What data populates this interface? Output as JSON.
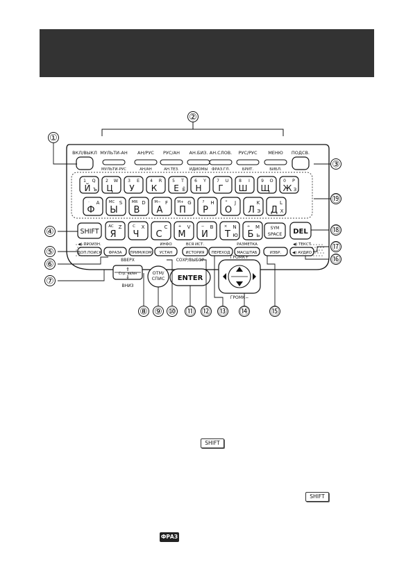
{
  "colors": {
    "header": "#333333",
    "ink": "#111111"
  },
  "top_buttons": [
    {
      "top": "ВКЛ/ВЫКЛ",
      "bottom": ""
    },
    {
      "top": "МУЛЬТИ-АН",
      "bottom": "МУЛЬТИ-РУС"
    },
    {
      "top": "АН/РУС",
      "bottom": "АН/АН"
    },
    {
      "top": "РУС/АН",
      "bottom": "АН.ТЕЗ."
    },
    {
      "top": "АН.БИЗ.",
      "bottom": "ИДИОМЫ"
    },
    {
      "top": "АН.СЛОВ.",
      "bottom": "ФРАЗ.ГЛ."
    },
    {
      "top": "РУС/РУС",
      "bottom": "БРИТ."
    },
    {
      "top": "МЕНЮ",
      "bottom": "БИБЛ."
    },
    {
      "top": "ПОДСВ.",
      "bottom": ""
    }
  ],
  "row1_keys": [
    {
      "main": "Й",
      "sub": "Ъ",
      "num": "1",
      "lat": "Q"
    },
    {
      "main": "Ц",
      "sub": "",
      "num": "2",
      "lat": "W"
    },
    {
      "main": "У",
      "sub": "",
      "num": "3",
      "lat": "E"
    },
    {
      "main": "К",
      "sub": "",
      "num": "4",
      "lat": "R"
    },
    {
      "main": "Е",
      "sub": "Ё",
      "num": "5",
      "lat": "T"
    },
    {
      "main": "Н",
      "sub": "",
      "num": "6",
      "lat": "Y"
    },
    {
      "main": "Г",
      "sub": "",
      "num": "7",
      "lat": "U"
    },
    {
      "main": "Ш",
      "sub": "",
      "num": "8",
      "lat": "I"
    },
    {
      "main": "Щ",
      "sub": "",
      "num": "9",
      "lat": "O"
    },
    {
      "main": "Ж",
      "sub": "З",
      "num": "0",
      "lat": "P"
    }
  ],
  "row2_keys": [
    {
      "main": "Ф",
      "sym": "·",
      "lat": "A"
    },
    {
      "main": "Ы",
      "sym": "MC",
      "lat": "S"
    },
    {
      "main": "В",
      "sym": "MR",
      "lat": "D"
    },
    {
      "main": "А",
      "sym": "M−",
      "lat": "F"
    },
    {
      "main": "П",
      "sym": "M+",
      "lat": "G"
    },
    {
      "main": "Р",
      "sym": "?",
      "lat": "H"
    },
    {
      "main": "О",
      "sym": "*",
      "lat": "J"
    },
    {
      "main": "Л",
      "sym": "",
      "lat": "K",
      "sub": "Э"
    },
    {
      "main": "Д",
      "sym": "",
      "lat": "L",
      "sub": "Х"
    }
  ],
  "row3_keys": [
    {
      "main": "Я",
      "sym": "AC",
      "lat": "Z"
    },
    {
      "main": "Ч",
      "sym": "C",
      "lat": "X"
    },
    {
      "main": "С",
      "sym": "",
      "lat": "C"
    },
    {
      "main": "М",
      "sym": "+",
      "lat": "V"
    },
    {
      "main": "И",
      "sym": "−",
      "lat": "B"
    },
    {
      "main": "Т",
      "sym": "×",
      "lat": "N",
      "sub": "Ю"
    },
    {
      "main": "Б",
      "sym": "÷",
      "lat": "M",
      "sub": "Ь"
    }
  ],
  "keys": {
    "shift": "SHIFT",
    "space_top": "SYM",
    "space": "SPACE",
    "del": "DEL",
    "enter": "ENTER",
    "otm": "ОТМ/",
    "spis": "СПИС",
    "up": "▲",
    "down": "▼",
    "scroll": "Стр. вв/вн"
  },
  "func_buttons": [
    {
      "label": "ДОП.ПОИСК",
      "above": "◀) ПРОИЗН."
    },
    {
      "label": "ФРАЗА",
      "above": ""
    },
    {
      "label": "ПРИМ/КОМ",
      "above": ""
    },
    {
      "label": "УСТАН",
      "above": "ИНФО"
    },
    {
      "label": "ИСТОРИЯ",
      "above": "ВСЯ ИСТ."
    },
    {
      "label": "ПЕРЕХОД",
      "above": ""
    },
    {
      "label": "МАСШТАБ",
      "above": "РАЗМЕТКА"
    },
    {
      "label": "ИЗБР.",
      "above": ""
    },
    {
      "label": "◀) АУДИО",
      "above": "◀) ТЕКСТ"
    }
  ],
  "labels": {
    "vverh": "ВВЕРХ",
    "vniz": "ВНИЗ",
    "sohr": "СОХР/ВЫБОР",
    "gromk_plus": "ГРОМК+",
    "gromk_minus": "ГРОМК−"
  },
  "callouts": [
    "①",
    "②",
    "③",
    "④",
    "⑤",
    "⑥",
    "⑦",
    "⑧",
    "⑨",
    "⑩",
    "⑪",
    "⑫",
    "⑬",
    "⑭",
    "⑮",
    "⑯",
    "⑰",
    "⑱",
    "⑲"
  ],
  "inline_chips": {
    "shift1": "SHIFT",
    "shift2": "SHIFT",
    "fraz": "ФРАЗ"
  }
}
